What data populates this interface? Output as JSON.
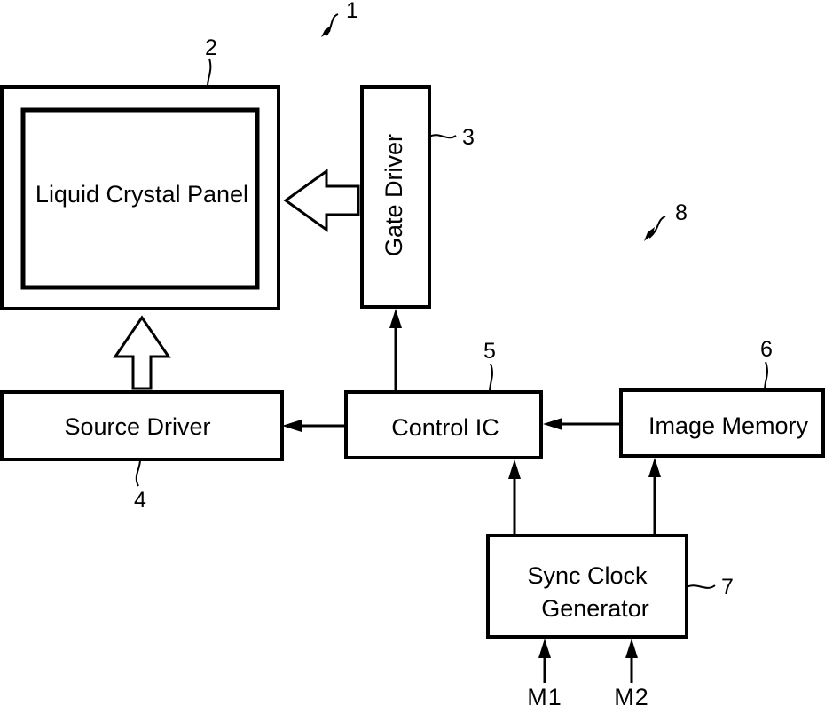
{
  "blocks": {
    "liquid_crystal_panel": {
      "label": "Liquid Crystal Panel",
      "ref": "2"
    },
    "gate_driver": {
      "label": "Gate Driver",
      "ref": "3"
    },
    "source_driver": {
      "label": "Source Driver",
      "ref": "4"
    },
    "control_ic": {
      "label": "Control IC",
      "ref": "5"
    },
    "image_memory": {
      "label": "Image Memory",
      "ref": "6"
    },
    "sync_clock_generator": {
      "label_line1": "Sync Clock",
      "label_line2": "Generator",
      "ref": "7"
    }
  },
  "refs": {
    "device": "1",
    "subsystem": "8"
  },
  "inputs": {
    "m1": "M1",
    "m2": "M2"
  }
}
